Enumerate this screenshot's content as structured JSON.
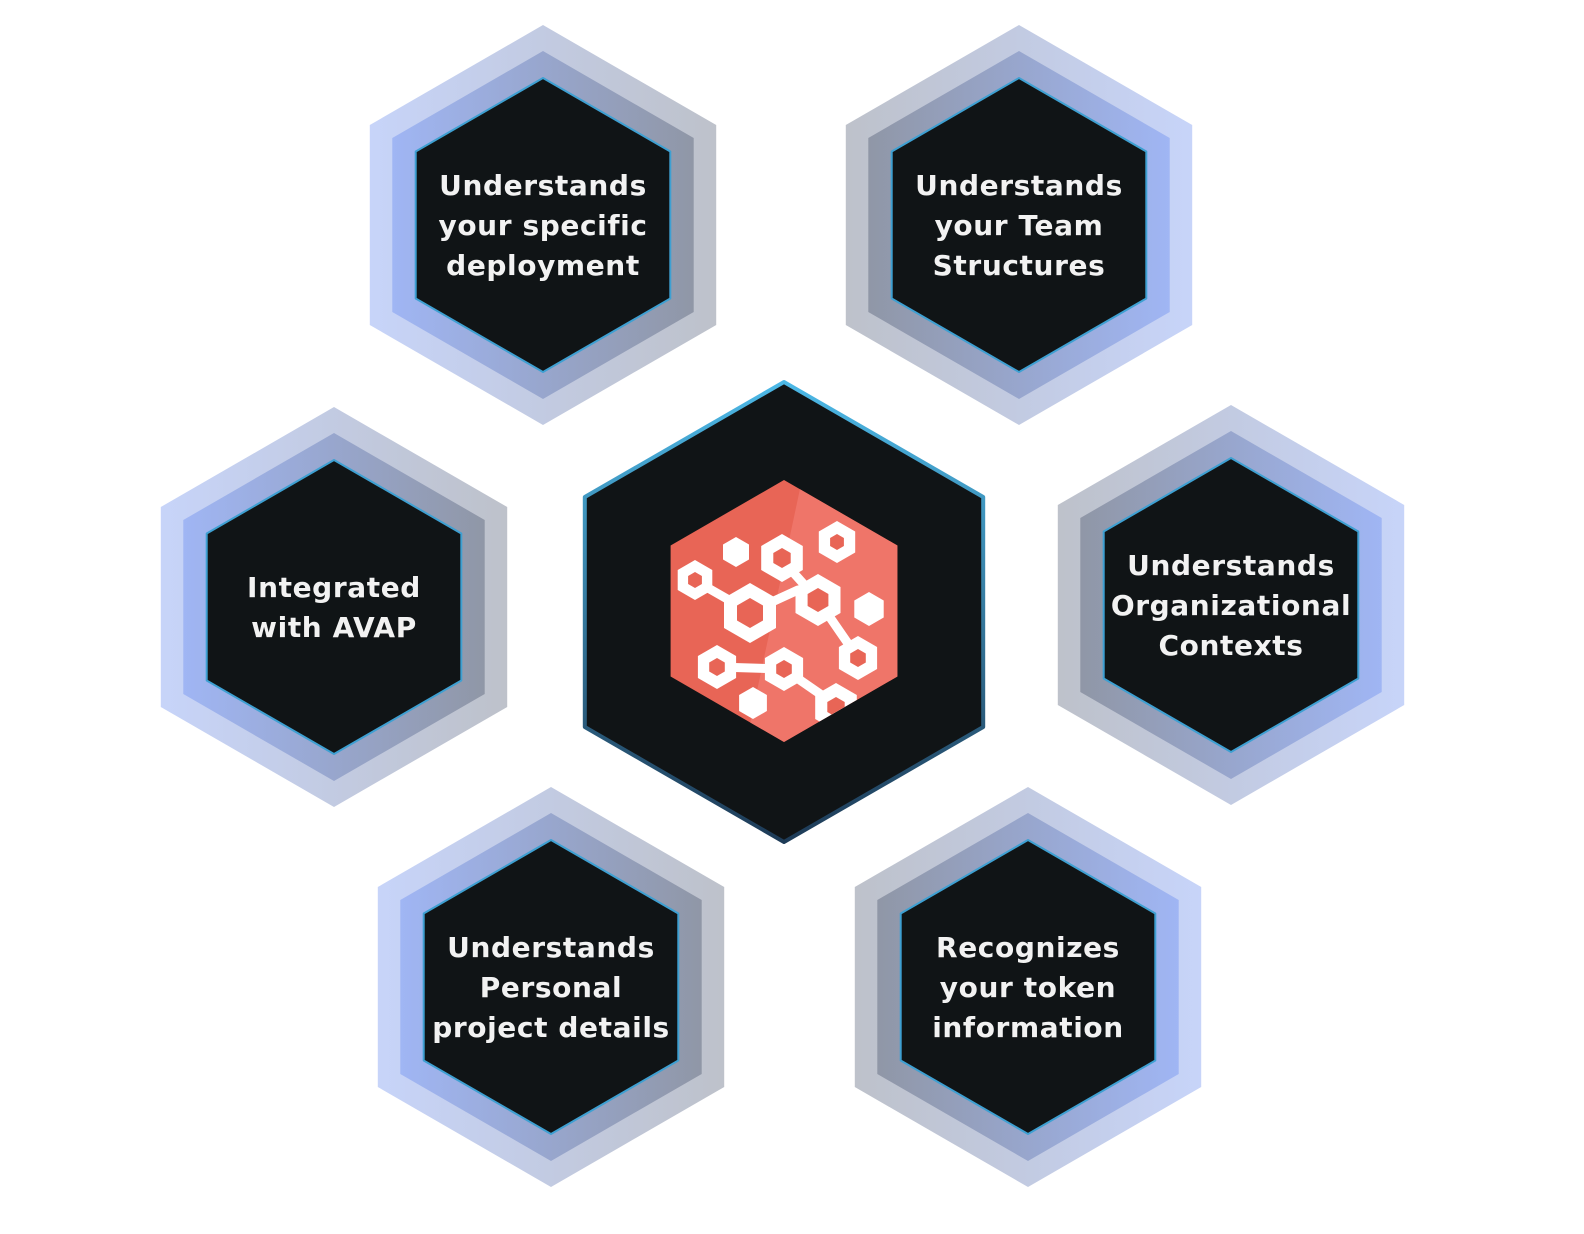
{
  "colors": {
    "background": "#ffffff",
    "hex_fill": "#101416",
    "hex_border": "#3ea0d2",
    "halo_blue": "#8ea9f0",
    "halo_gray": "#7e8593",
    "text": "#f2f2f2",
    "logo_primary": "#e86556",
    "logo_secondary": "#ef776b",
    "logo_glyph": "#ffffff"
  },
  "center": {
    "icon": "honeycomb-network-logo-icon"
  },
  "nodes": [
    {
      "id": "deployment",
      "lines": [
        "Understands",
        "your specific",
        "deployment"
      ]
    },
    {
      "id": "team",
      "lines": [
        "Understands",
        "your Team",
        "Structures"
      ]
    },
    {
      "id": "avap",
      "lines": [
        "Integrated",
        "with AVAP"
      ]
    },
    {
      "id": "org",
      "lines": [
        "Understands",
        "Organizational",
        "Contexts"
      ]
    },
    {
      "id": "personal",
      "lines": [
        "Understands",
        "Personal",
        "project details"
      ]
    },
    {
      "id": "token",
      "lines": [
        "Recognizes",
        "your token",
        "information"
      ]
    }
  ]
}
